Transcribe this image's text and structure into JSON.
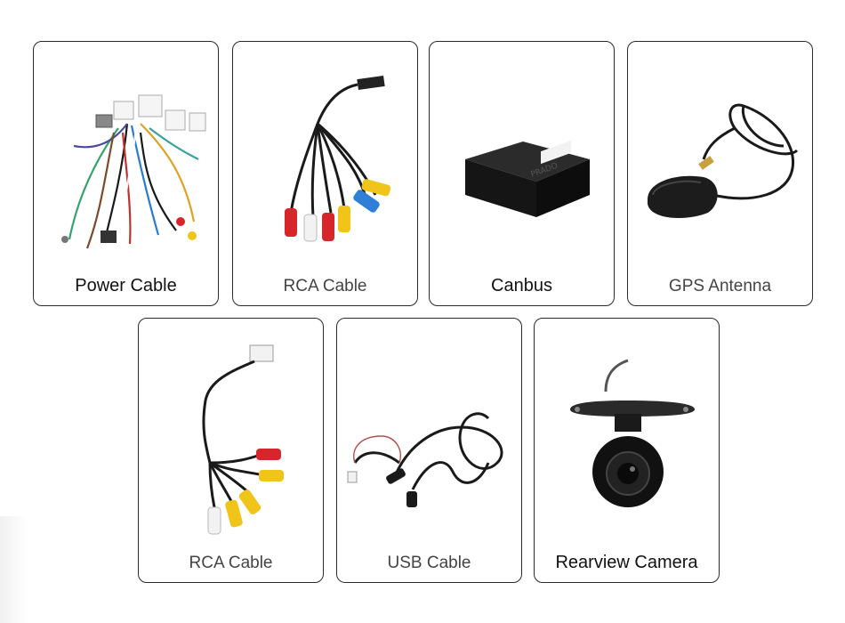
{
  "products": [
    {
      "label": "Power Cable",
      "icon": "power-cable-image"
    },
    {
      "label": "RCA Cable",
      "icon": "rca-cable-image"
    },
    {
      "label": "Canbus",
      "icon": "canbus-box-image"
    },
    {
      "label": "GPS Antenna",
      "icon": "gps-antenna-image"
    },
    {
      "label": "RCA Cable",
      "icon": "rca-cable-short-image"
    },
    {
      "label": "USB Cable",
      "icon": "usb-cable-image"
    },
    {
      "label": "Rearview Camera",
      "icon": "rearview-camera-image"
    }
  ],
  "colors": {
    "border": "#2a2a2a",
    "rca_red": "#d6262b",
    "rca_yellow": "#f0c419",
    "rca_white": "#f2f2f2",
    "rca_blue": "#2f7fd8",
    "cable": "#1a1a1a"
  }
}
